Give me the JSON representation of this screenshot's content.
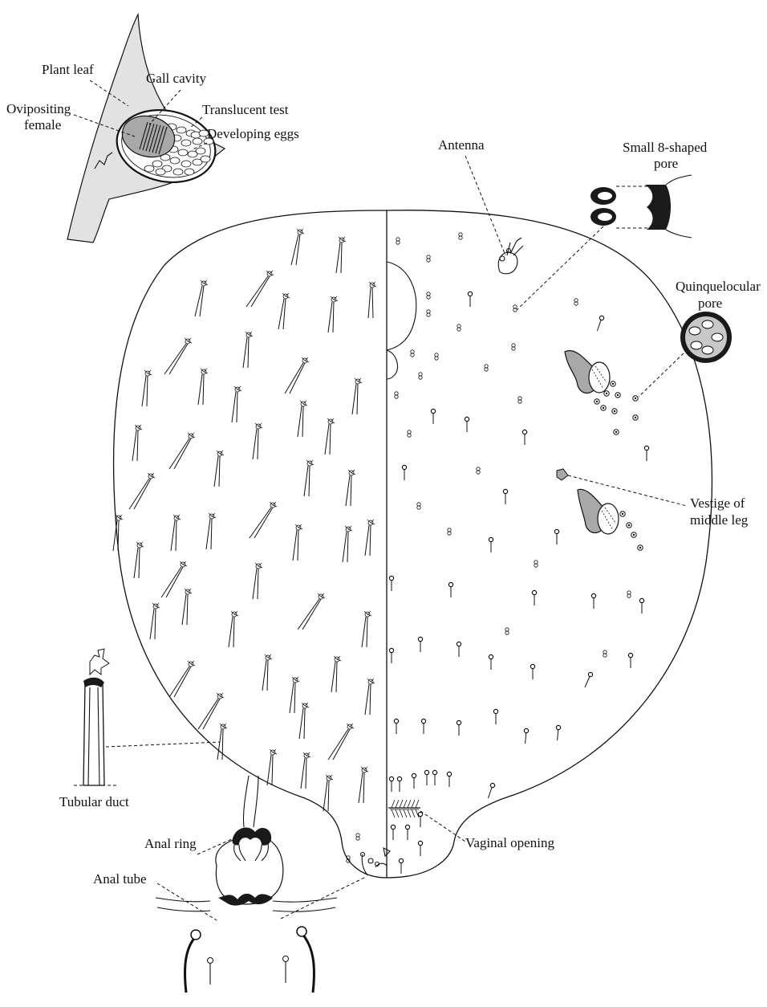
{
  "labels": {
    "plant_leaf": "Plant leaf",
    "gall_cavity": "Gall cavity",
    "ovipositing_1": "Ovipositing",
    "ovipositing_2": "female",
    "translucent_test": "Translucent test",
    "developing_eggs": "Developing eggs",
    "antenna": "Antenna",
    "small_pore_1": "Small 8-shaped",
    "small_pore_2": "pore",
    "quinq_1": "Quinquelocular",
    "quinq_2": "pore",
    "vestige_1": "Vestige of",
    "vestige_2": "middle leg",
    "tubular_duct": "Tubular duct",
    "vaginal_opening": "Vaginal opening",
    "anal_ring": "Anal ring",
    "anal_tube": "Anal tube"
  },
  "colors": {
    "ink": "#111111",
    "leaf_fill": "#e2e2e2",
    "gray_fill": "#a8a8a8",
    "dark_fill": "#1a1a1a",
    "background": "#ffffff"
  }
}
